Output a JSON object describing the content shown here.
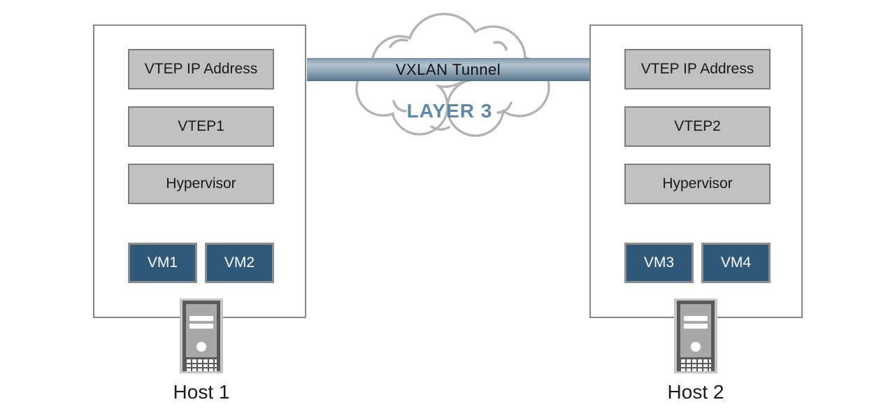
{
  "diagram": {
    "hosts": [
      {
        "label": "Host 1",
        "layers": [
          "VTEP IP Address",
          "VTEP1",
          "Hypervisor"
        ],
        "vms": [
          "VM1",
          "VM2"
        ]
      },
      {
        "label": "Host 2",
        "layers": [
          "VTEP IP Address",
          "VTEP2",
          "Hypervisor"
        ],
        "vms": [
          "VM3",
          "VM4"
        ]
      }
    ],
    "tunnel": {
      "label": "VXLAN Tunnel"
    },
    "cloud": {
      "label": "LAYER 3"
    }
  },
  "colors": {
    "vm_fill": "#305878",
    "layer_box_fill": "#c1c1c1",
    "box_border": "#7d7d7d",
    "host_border": "#868686",
    "tunnel_gradient_light": "#b2c3ce",
    "tunnel_gradient_dark": "#587087",
    "cloud_stroke": "#b3b3b3",
    "cloud_label_color": "#5d89a8",
    "text_color": "#1a1a1a"
  }
}
